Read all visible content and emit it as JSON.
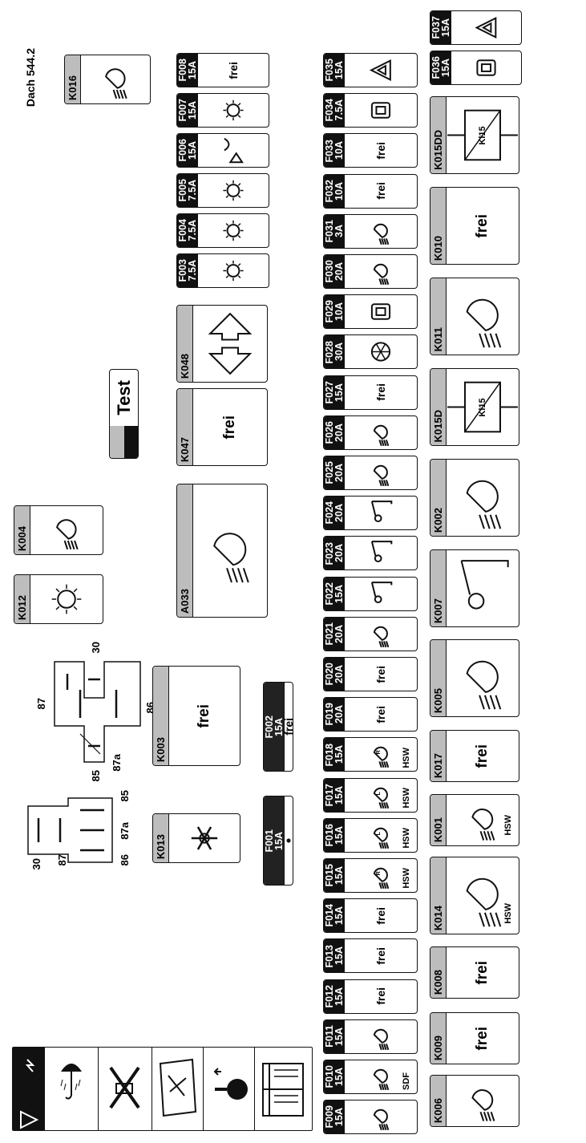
{
  "title": "Dach 544.2",
  "test_label": "Test",
  "free": "frei",
  "hsw": "HSW",
  "sdf": "SDF",
  "kl15": "Kl15",
  "relay_pins_a": {
    "p30": "30",
    "p87": "87",
    "p86": "86",
    "p87a": "87a",
    "p85a": "85",
    "p85b": "85"
  },
  "relay_pins_b": {
    "p30": "30",
    "p87": "87",
    "p86": "86",
    "p87a": "87a",
    "p85": "85"
  },
  "warning_icons": [
    "warning-triangle-icon",
    "high-voltage-icon",
    "umbrella-rain-icon",
    "no-tools-icon",
    "manual-icon",
    "key-icon",
    "book-icon"
  ],
  "fuses_top": [
    {
      "id": "F008",
      "amp": "15A",
      "icon": "frei"
    },
    {
      "id": "F007",
      "amp": "15A",
      "icon": "interior-light-icon"
    },
    {
      "id": "F006",
      "amp": "15A",
      "icon": "wiper-horn-icon"
    },
    {
      "id": "F005",
      "amp": "7.5A",
      "icon": "right-light-icon"
    },
    {
      "id": "F004",
      "amp": "7.5A",
      "icon": "left-light-icon"
    },
    {
      "id": "F003",
      "amp": "7.5A",
      "icon": "dash-light-icon"
    }
  ],
  "fuses_row": [
    {
      "id": "F037",
      "amp": "15A",
      "icon": "hazard-icon"
    },
    {
      "id": "F036",
      "amp": "15A",
      "icon": "cab-light-icon"
    },
    {
      "id": "F035",
      "amp": "15A",
      "icon": "hazard-icon"
    },
    {
      "id": "F034",
      "amp": "7.5A",
      "icon": "module-icon"
    },
    {
      "id": "F033",
      "amp": "10A",
      "icon": "frei"
    },
    {
      "id": "F032",
      "amp": "10A",
      "icon": "frei"
    },
    {
      "id": "F031",
      "amp": "3A",
      "icon": "headlight-icon"
    },
    {
      "id": "F030",
      "amp": "20A",
      "icon": "headlight-icon"
    },
    {
      "id": "F029",
      "amp": "10A",
      "icon": "socket-icon"
    },
    {
      "id": "F028",
      "amp": "30A",
      "icon": "fan-icon"
    },
    {
      "id": "F027",
      "amp": "15A",
      "icon": "frei"
    },
    {
      "id": "F026",
      "amp": "20A",
      "icon": "headlight-icon"
    },
    {
      "id": "F025",
      "amp": "20A",
      "icon": "headlight-icon"
    },
    {
      "id": "F024",
      "amp": "20A",
      "icon": "boom-light-icon"
    },
    {
      "id": "F023",
      "amp": "20A",
      "icon": "boom-light-icon"
    },
    {
      "id": "F022",
      "amp": "15A",
      "icon": "boom-light-icon"
    },
    {
      "id": "F021",
      "amp": "20A",
      "icon": "headlight-icon"
    },
    {
      "id": "F020",
      "amp": "20A",
      "icon": "frei"
    },
    {
      "id": "F019",
      "amp": "20A",
      "icon": "frei"
    },
    {
      "id": "F018",
      "amp": "15A",
      "icon": "headlight-r-icon",
      "sub": "HSW"
    },
    {
      "id": "F017",
      "amp": "15A",
      "icon": "headlight-l-icon",
      "sub": "HSW"
    },
    {
      "id": "F016",
      "amp": "15A",
      "icon": "headlight-l-icon",
      "sub": "HSW"
    },
    {
      "id": "F015",
      "amp": "15A",
      "icon": "headlight-r-icon",
      "sub": "HSW"
    },
    {
      "id": "F014",
      "amp": "15A",
      "icon": "frei"
    },
    {
      "id": "F013",
      "amp": "15A",
      "icon": "frei"
    },
    {
      "id": "F012",
      "amp": "15A",
      "icon": "frei"
    },
    {
      "id": "F011",
      "amp": "15A",
      "icon": "headlight-icon"
    },
    {
      "id": "F010",
      "amp": "15A",
      "icon": "headlight-icon",
      "sub": "SDF"
    },
    {
      "id": "F009",
      "amp": "15A",
      "icon": "headlight-icon"
    }
  ],
  "fuses_mid": [
    {
      "id": "F002",
      "amp": "15A",
      "icon": "frei"
    },
    {
      "id": "F001",
      "amp": "15A",
      "icon": "snowflake-icon"
    }
  ],
  "relays_right": [
    {
      "id": "K015DD",
      "icon": "relay-kl15-icon"
    },
    {
      "id": "K010",
      "icon": "frei"
    },
    {
      "id": "K011",
      "icon": "headlight-icon"
    },
    {
      "id": "K015D",
      "icon": "relay-kl15-icon"
    },
    {
      "id": "K002",
      "icon": "headlight-icon"
    },
    {
      "id": "K007",
      "icon": "boom-light-icon"
    },
    {
      "id": "K005",
      "icon": "headlight-icon"
    },
    {
      "id": "K017",
      "icon": "frei"
    },
    {
      "id": "K001",
      "icon": "headlight-hsw-icon"
    },
    {
      "id": "K014",
      "icon": "headlight-hsw-icon"
    },
    {
      "id": "K008",
      "icon": "frei"
    },
    {
      "id": "K009",
      "icon": "frei"
    },
    {
      "id": "K006",
      "icon": "headlight-icon"
    }
  ],
  "relays_other": [
    {
      "id": "K016",
      "icon": "headlight-icon"
    },
    {
      "id": "K048",
      "icon": "up-down-arrows-icon"
    },
    {
      "id": "K047",
      "icon": "frei"
    },
    {
      "id": "A033",
      "icon": "headlight-icon"
    },
    {
      "id": "K004",
      "icon": "headlight-icon"
    },
    {
      "id": "K012",
      "icon": "interior-light-icon"
    },
    {
      "id": "K003",
      "icon": "frei"
    },
    {
      "id": "K013",
      "icon": "snowflake-icon"
    }
  ]
}
